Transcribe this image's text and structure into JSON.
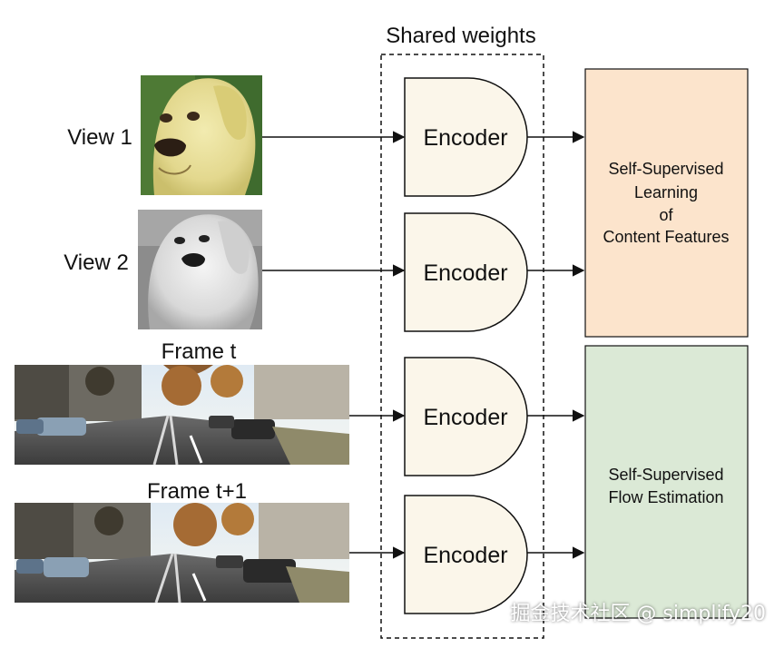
{
  "shared_label": "Shared weights",
  "inputs": [
    {
      "label": "View 1"
    },
    {
      "label": "View 2"
    },
    {
      "label": "Frame t"
    },
    {
      "label": "Frame t+1"
    }
  ],
  "encoders": [
    {
      "label": "Encoder"
    },
    {
      "label": "Encoder"
    },
    {
      "label": "Encoder"
    },
    {
      "label": "Encoder"
    }
  ],
  "outputs": {
    "content": {
      "lines": [
        "Self-Supervised",
        "Learning",
        "of",
        "Content Features"
      ],
      "color": "#fce4cc"
    },
    "flow": {
      "lines": [
        "Self-Supervised",
        "Flow Estimation"
      ],
      "color": "#dbe9d6"
    }
  },
  "colors": {
    "encoder_fill": "#fbf6ea",
    "stroke": "#111111"
  },
  "watermark": "掘金技术社区 @ simplify20"
}
